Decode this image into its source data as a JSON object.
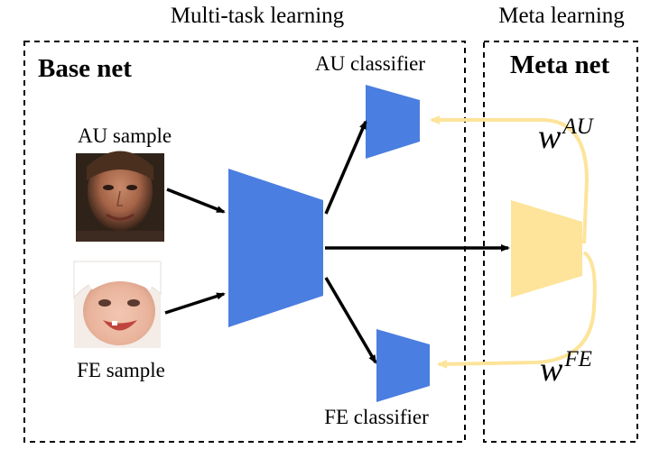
{
  "titles": {
    "multitask": "Multi-task learning",
    "meta": "Meta learning"
  },
  "boxes": {
    "base_net": "Base net",
    "meta_net": "Meta net"
  },
  "labels": {
    "au_sample": "AU sample",
    "fe_sample": "FE sample",
    "au_classifier": "AU classifier",
    "fe_classifier": "FE classifier"
  },
  "weights": {
    "au": {
      "base": "w",
      "sup": "AU"
    },
    "fe": {
      "base": "w",
      "sup": "FE"
    }
  },
  "colors": {
    "network_blue": "#4a7ee0",
    "meta_yellow": "#fde49a",
    "arrow_black": "#000000",
    "dashed_border": "#000000"
  }
}
